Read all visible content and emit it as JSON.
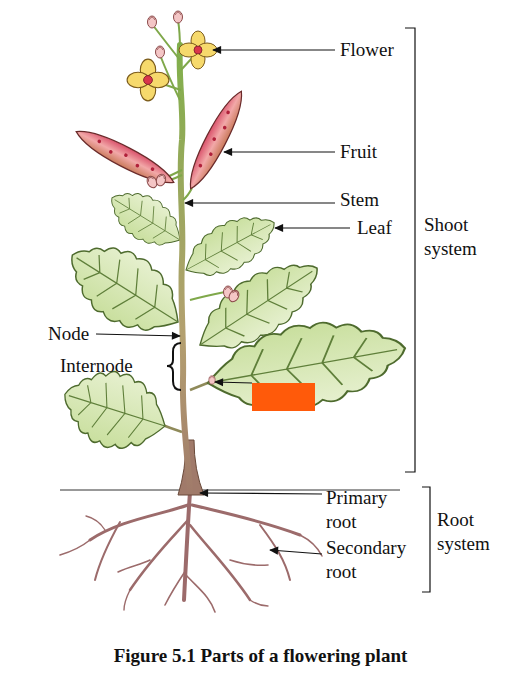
{
  "diagram": {
    "caption": "Figure 5.1 Parts of a flowering plant",
    "labels": [
      "Flower",
      "Fruit",
      "Stem",
      "Leaf",
      "Shoot system",
      "Node",
      "Internode",
      "Primary root",
      "Secondary root",
      "Root system"
    ]
  }
}
